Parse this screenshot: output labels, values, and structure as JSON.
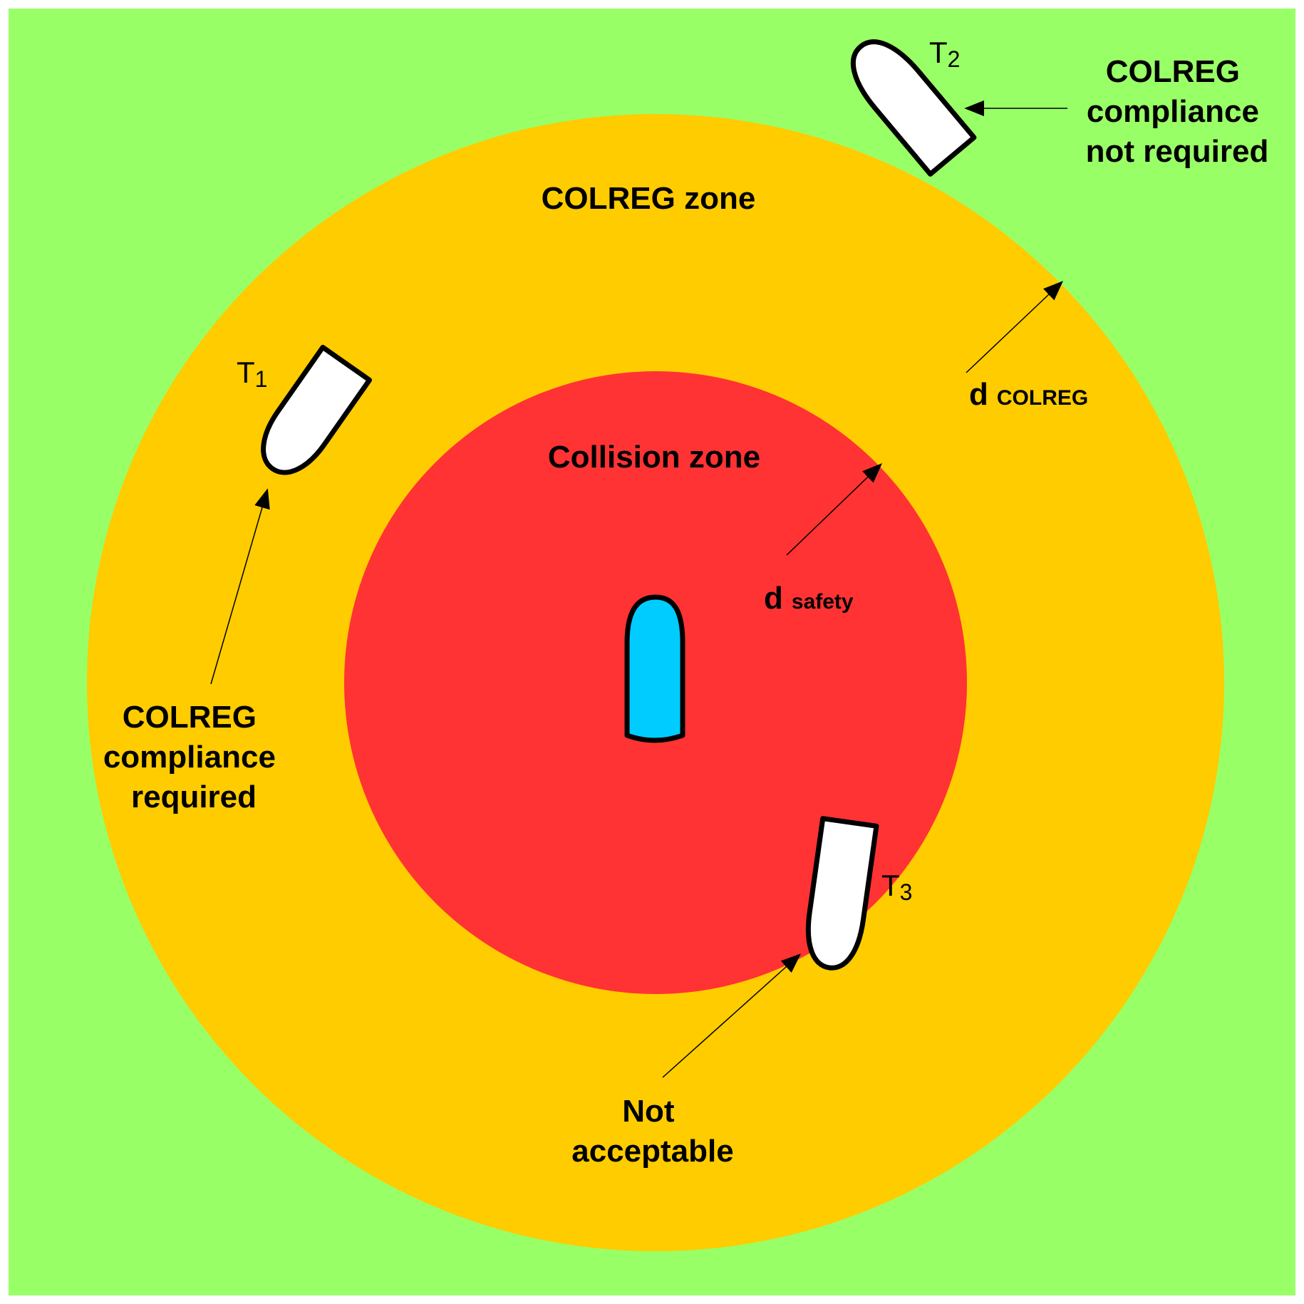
{
  "zones": {
    "colreg_zone_label": "COLREG zone",
    "collision_zone_label": "Collision zone"
  },
  "distances": {
    "d_colreg": {
      "main": "d",
      "sub": "COLREG"
    },
    "d_safety": {
      "main": "d",
      "sub": "safety"
    }
  },
  "targets": [
    {
      "main": "T",
      "sub": "1"
    },
    {
      "main": "T",
      "sub": "2"
    },
    {
      "main": "T",
      "sub": "3"
    }
  ],
  "annotations": {
    "required": [
      "COLREG",
      "compliance",
      "required"
    ],
    "not_required": [
      "COLREG",
      "compliance",
      "not required"
    ],
    "not_acceptable": [
      "Not",
      "acceptable"
    ]
  },
  "colors": {
    "background": "#99ff66",
    "colreg_zone": "#ffcc00",
    "collision_zone": "#ff3333",
    "own_ship": "#00ccff",
    "target_ship": "#ffffff",
    "outline": "#000000"
  },
  "icons": {
    "own_ship": "own-ship-icon",
    "target_ship": "target-ship-icon"
  }
}
